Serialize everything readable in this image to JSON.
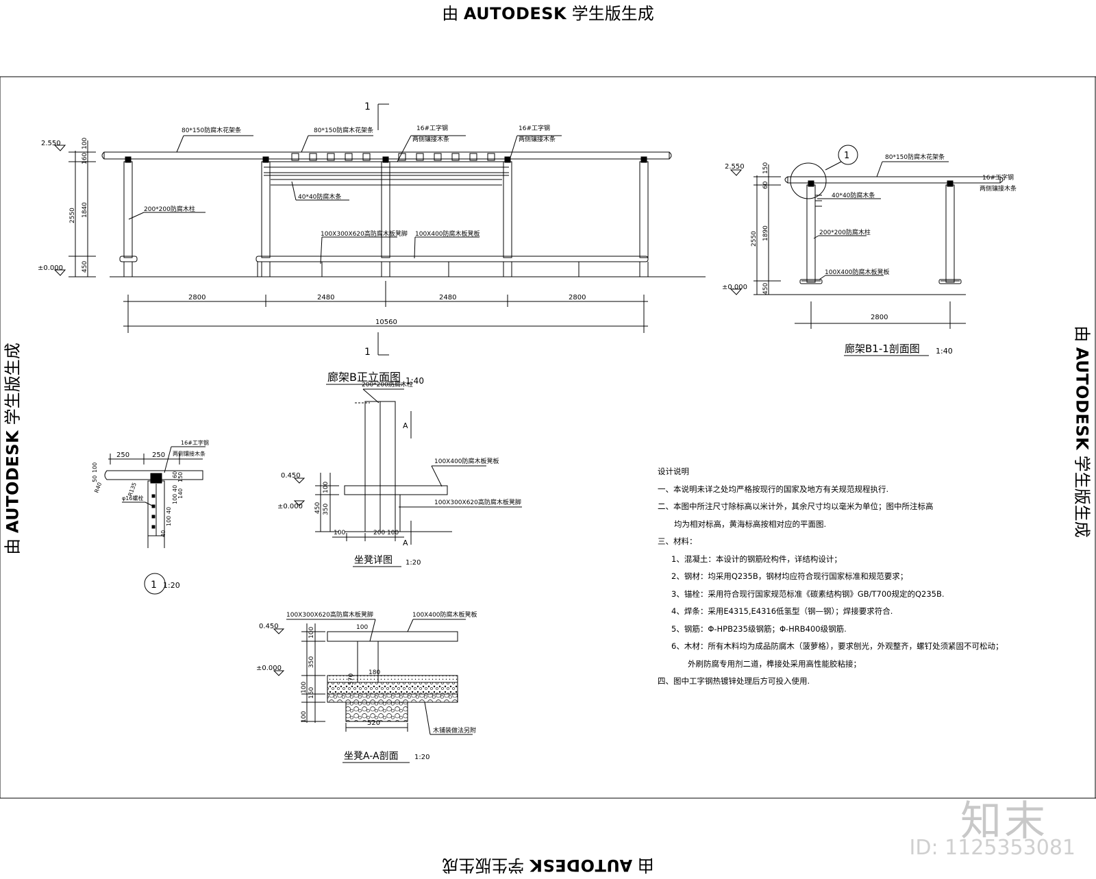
{
  "stamp": {
    "prefix": "由",
    "brand": "AUTODESK",
    "suffix": "学生版生成"
  },
  "elevation": {
    "title": "廊架B正立面图",
    "scale": "1:40",
    "section_mark": "1",
    "level_top": "2.550",
    "level_zero": "±0.000",
    "dims_vertical": [
      "100",
      "160",
      "1840",
      "450",
      "2550"
    ],
    "dims_horizontal": [
      "2800",
      "2480",
      "2480",
      "2800"
    ],
    "dim_total": "10560",
    "labels": {
      "beam_left": "80*150防腐木花架条",
      "beam_center": "80*150防腐木花架条",
      "steel_center": "16#工字钢",
      "steel_center_2": "两侧镶接木条",
      "steel_right": "16#工字钢",
      "steel_right_2": "两侧镶接木条",
      "purlin": "40*40防腐木条",
      "column": "200*200防腐木柱",
      "bench_leg": "100X300X620高防腐木板凳脚",
      "bench_plank": "100X400防腐木板凳板"
    }
  },
  "section_b1": {
    "title": "廊架B1-1剖面图",
    "scale": "1:40",
    "detail_mark": "1",
    "level_top": "2.550",
    "level_zero": "±0.000",
    "dims_vertical": [
      "150",
      "60",
      "1890",
      "450",
      "2550"
    ],
    "dim_width": "2800",
    "labels": {
      "beam": "80*150防腐木花架条",
      "steel": "16#工字钢",
      "steel_2": "两侧镶接木条",
      "purlin": "40*40防腐木条",
      "column": "200*200防腐木柱",
      "bench": "100X400防腐木板凳板"
    }
  },
  "detail_1": {
    "mark": "1",
    "scale": "1:20",
    "dims_top": [
      "250",
      "250"
    ],
    "dims_left": [
      "100",
      "50",
      "R40",
      "R135"
    ],
    "dims_right": [
      "60",
      "150",
      "40",
      "100",
      "140",
      "40",
      "100",
      "40"
    ],
    "labels": {
      "steel": "16#工字钢",
      "steel_2": "两侧镶接木条",
      "bolt": "φ16螺栓"
    }
  },
  "bench_detail": {
    "title": "坐凳详图",
    "scale": "1:20",
    "section_mark": "A",
    "level_top": "0.450",
    "level_zero": "±0.000",
    "dims_vertical": [
      "100",
      "450",
      "350"
    ],
    "dims_horizontal": [
      "100",
      "200",
      "100"
    ],
    "labels": {
      "column": "200*200防腐木柱",
      "plank": "100X400防腐木板凳板",
      "leg": "100X300X620高防腐木板凳脚"
    }
  },
  "bench_section": {
    "title": "坐凳A-A剖面",
    "scale": "1:20",
    "level_top": "0.450",
    "level_zero": "±0.000",
    "dims_vertical": [
      "100",
      "350",
      "100",
      "150",
      "100"
    ],
    "dims_inner": [
      "100",
      "570",
      "180"
    ],
    "dim_base": "520",
    "labels": {
      "leg": "100X300X620高防腐木板凳脚",
      "plank": "100X400防腐木板凳板",
      "paving": "木铺装做法另附"
    }
  },
  "notes": {
    "title": "设计说明",
    "lines": [
      "一、本说明未详之处均严格按现行的国家及地方有关规范规程执行.",
      "二、本图中所注尺寸除标高以米计外，其余尺寸均以毫米为单位；图中所注标高",
      "均为相对标高，黄海标高按相对应的平面图.",
      "三、材料：",
      "1、混凝土：本设计的钢筋砼构件，详结构设计；",
      "2、钢材：均采用Q235B，钢材均应符合现行国家标准和规范要求；",
      "3、锚栓：采用符合现行国家规范标准《碳素结构钢》GB/T700规定的Q235B.",
      "4、焊条：采用E4315,E4316低氢型（钢—钢）；焊接要求符合.",
      "5、钢筋：Φ-HPB235级钢筋；Φ-HRB400级钢筋.",
      "6、木材：所有木料均为成品防腐木（菠萝格），要求刨光，外观整齐，螺钉处须紧固不可松动；",
      "外刷防腐专用剂二道，榫接处采用高性能胶粘接；",
      "四、图中工字钢热镀锌处理后方可投入使用."
    ]
  },
  "watermark": {
    "logo": "知末",
    "id_text": "ID: 1125353081"
  }
}
